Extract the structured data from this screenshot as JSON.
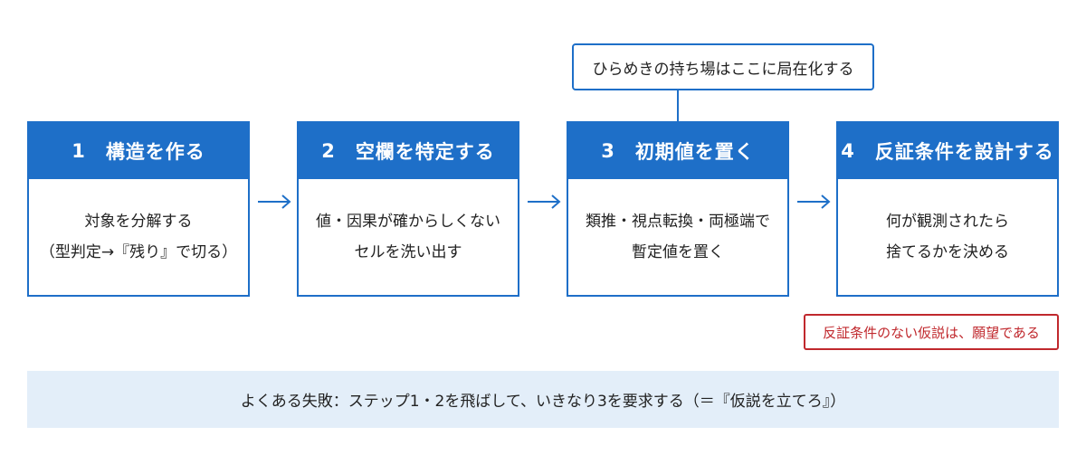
{
  "callout_top": "ひらめきの持ち場はここに局在化する",
  "steps": [
    {
      "num": "1",
      "title": "構造を作る",
      "lines": [
        "対象を分解する",
        "（型判定→『残り』で切る）"
      ]
    },
    {
      "num": "2",
      "title": "空欄を特定する",
      "lines": [
        "値・因果が確からしくない",
        "セルを洗い出す"
      ]
    },
    {
      "num": "3",
      "title": "初期値を置く",
      "lines": [
        "類推・視点転換・両極端で",
        "暫定値を置く"
      ]
    },
    {
      "num": "4",
      "title": "反証条件を設計する",
      "lines": [
        "何が観測されたら",
        "捨てるかを決める"
      ]
    }
  ],
  "warning": "反証条件のない仮説は、願望である",
  "bottom_note": "よくある失敗：ステップ1・2を飛ばして、いきなり3を要求する（＝『仮説を立てろ』）",
  "colors": {
    "primary": "#1e6fc8",
    "warning": "#c0282d",
    "bar": "#e3eef9"
  }
}
